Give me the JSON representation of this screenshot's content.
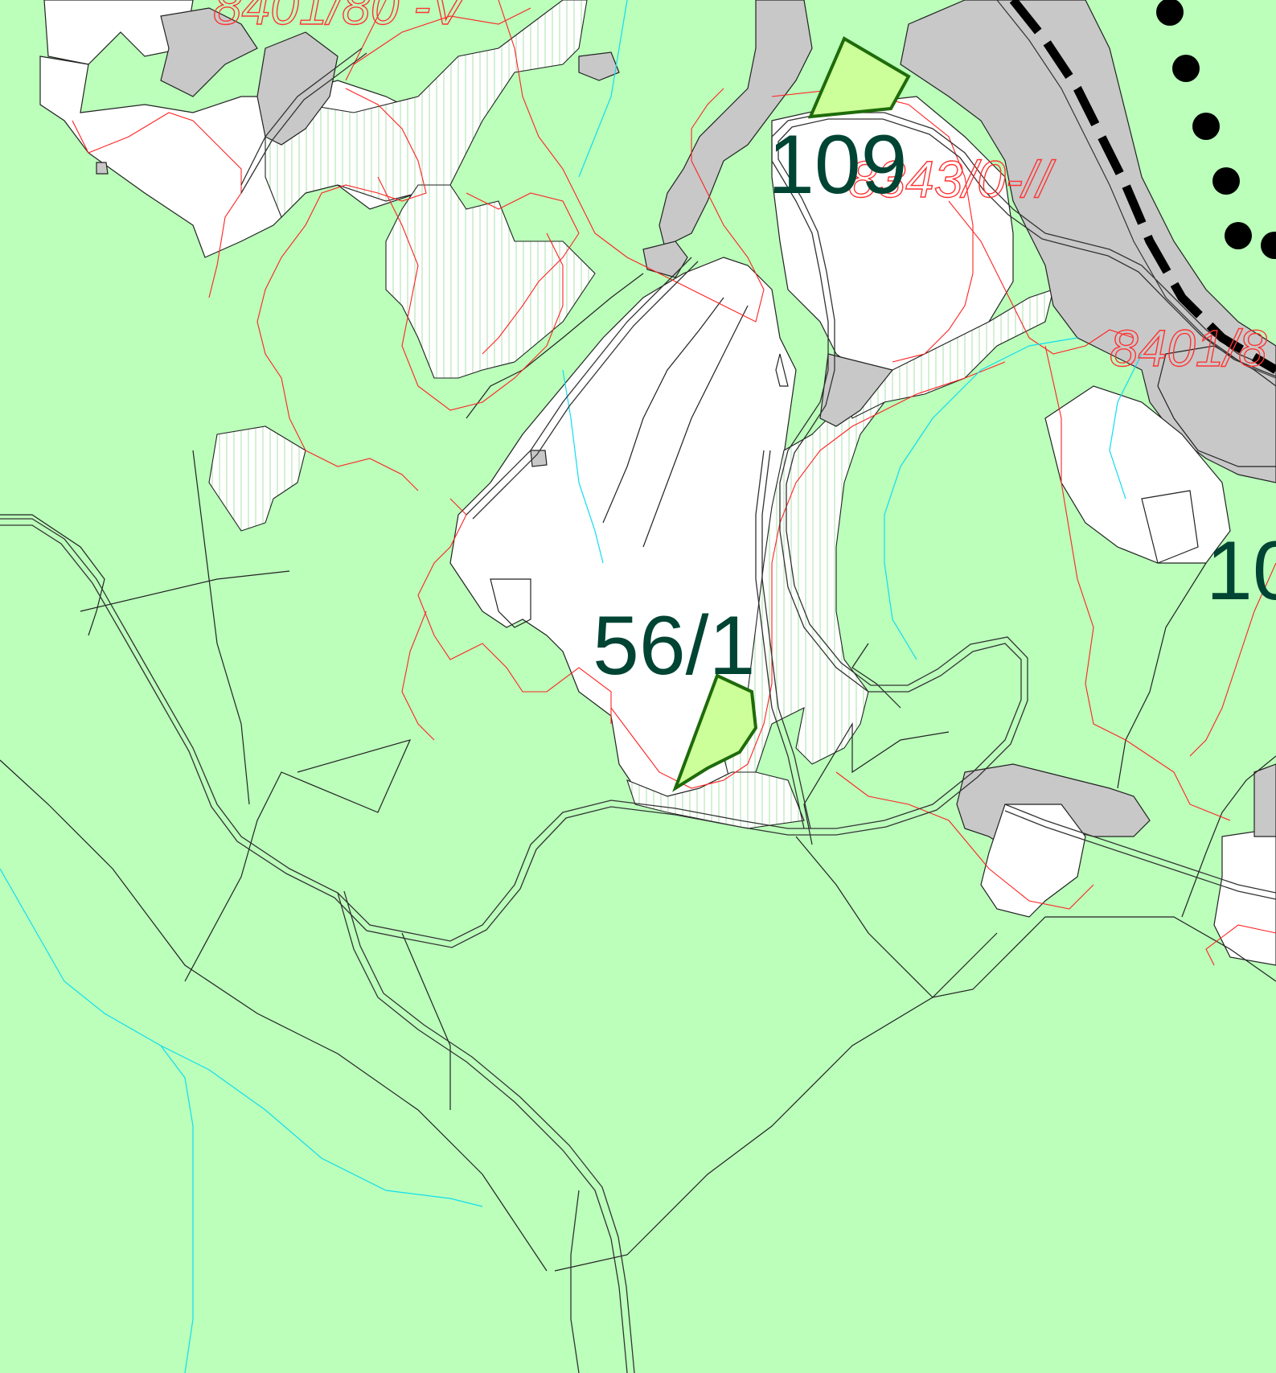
{
  "map": {
    "parcel_labels": [
      "109",
      "56/1",
      "10"
    ],
    "grid_labels": [
      "8401/80 -V",
      "8343/0-//",
      "8401/8"
    ],
    "colors": {
      "background_green": "#bbffbb",
      "highlight_fill": "#ccff99",
      "highlight_stroke": "#1e6b0a",
      "label_color": "#004433",
      "contour_red": "#ff2222",
      "stream_cyan": "#11ddee",
      "building_grey": "#c8c8c8",
      "railway_black": "#000000"
    }
  }
}
